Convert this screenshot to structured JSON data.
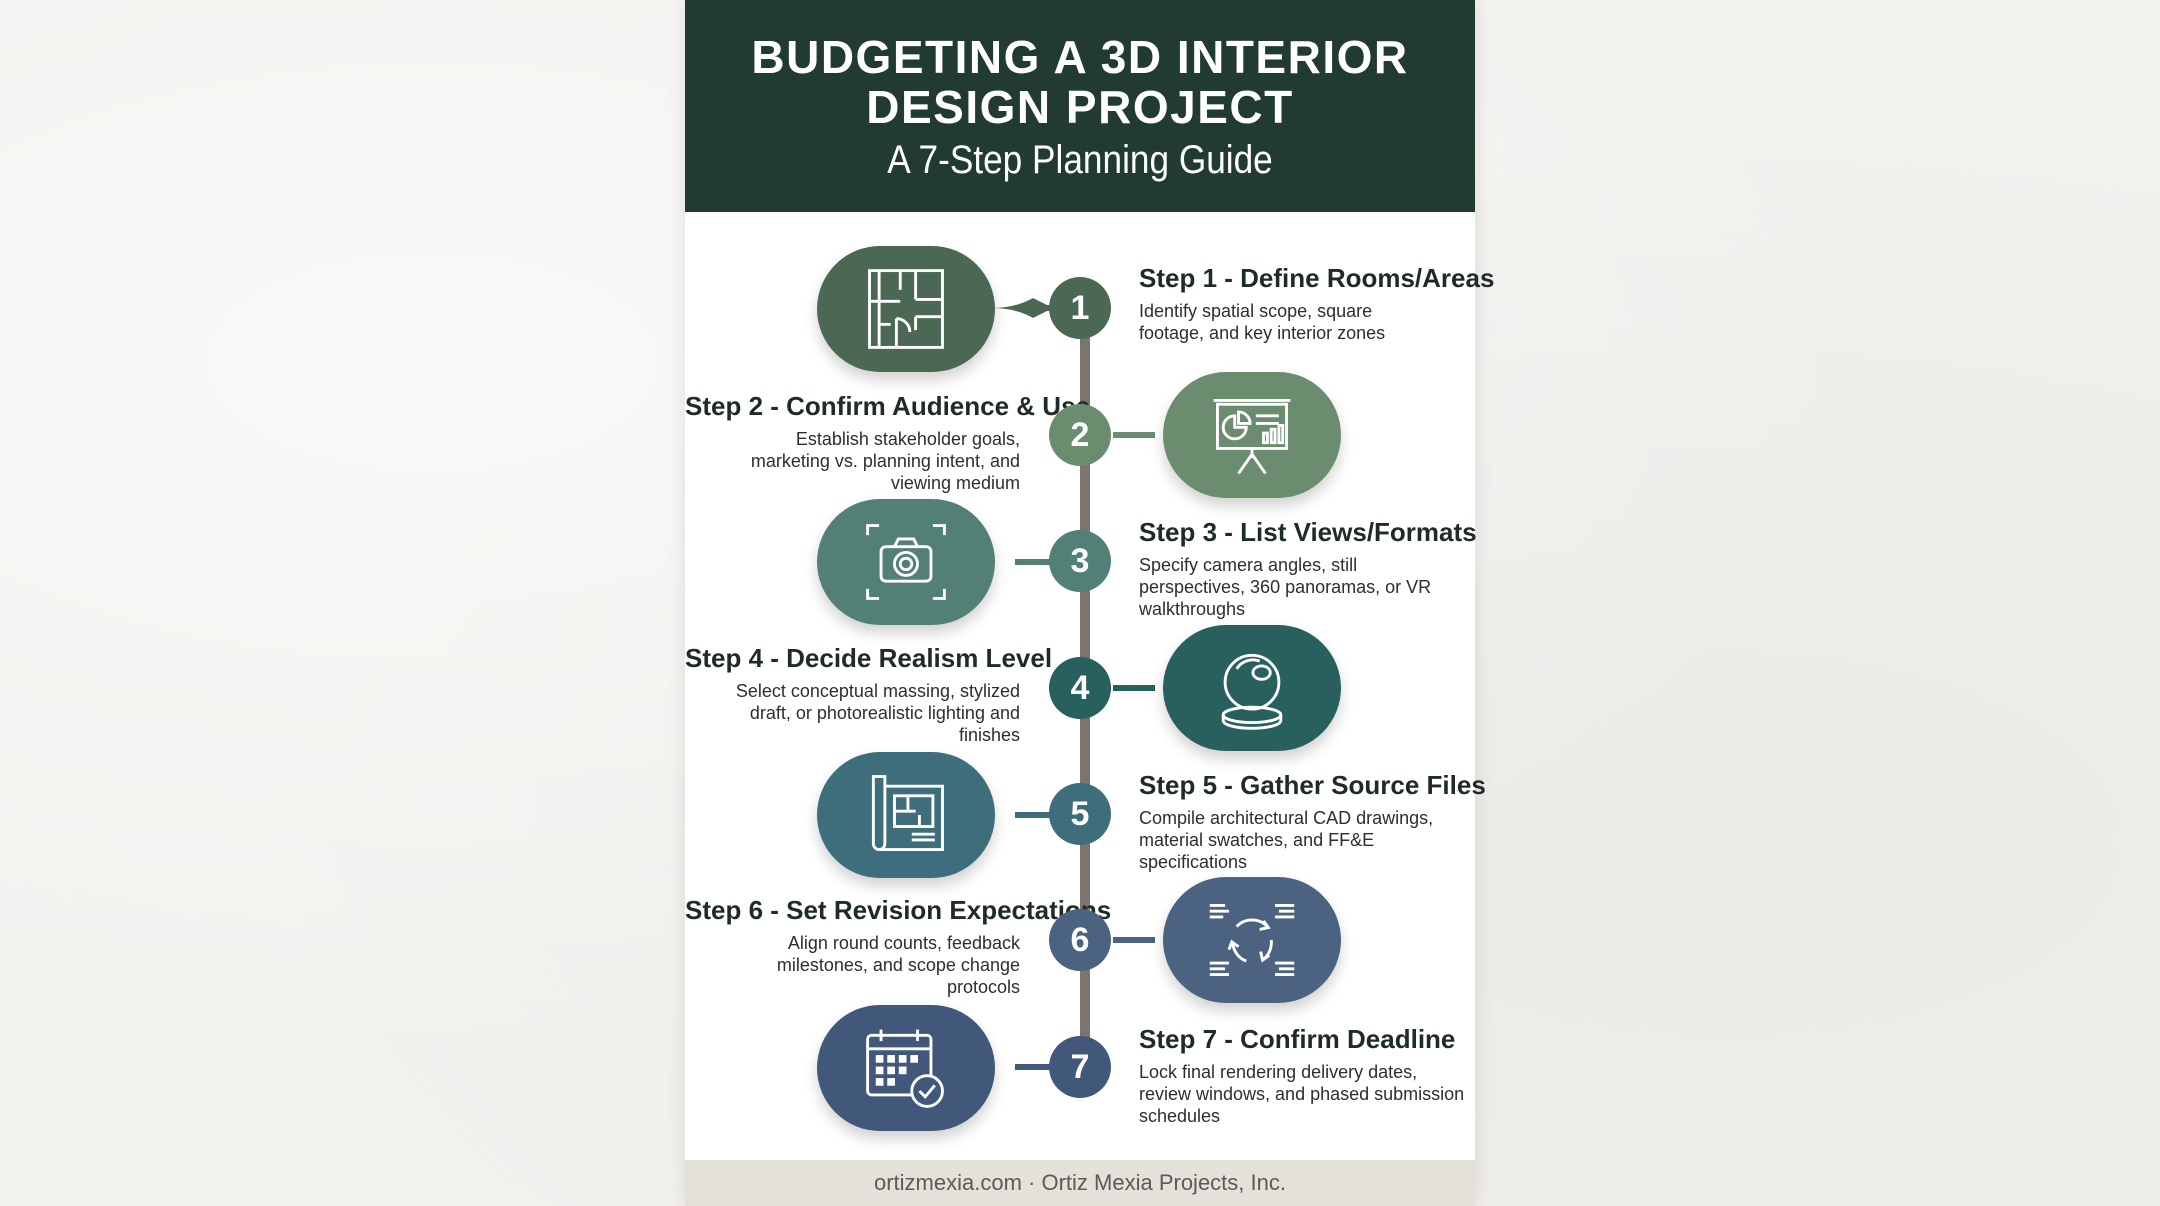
{
  "title": "BUDGETING A 3D INTERIOR DESIGN PROJECT",
  "subtitle": "A 7-Step Planning Guide",
  "footer": "ortizmexia.com · Ortiz Mexia Projects, Inc.",
  "colors": {
    "header_bg": "#213a33",
    "spine": "#7c746f",
    "step_1": "#4b6855",
    "step_2": "#6c8c70",
    "step_3": "#538076",
    "step_4": "#27605d",
    "step_5": "#3e6e7c",
    "step_6": "#4b6380",
    "step_7": "#41587a"
  },
  "steps": [
    {
      "number": "1",
      "title": "Step 1 - Define Rooms/Areas",
      "description": "Identify spatial scope, square footage, and key interior zones",
      "icon": "floor-plan-icon"
    },
    {
      "number": "2",
      "title": "Step 2 - Confirm Audience & Use",
      "description": "Establish stakeholder goals, marketing vs. planning intent, and viewing medium",
      "icon": "presentation-board-icon"
    },
    {
      "number": "3",
      "title": "Step 3 - List Views/Formats",
      "description": "Specify camera angles, still perspectives, 360 panoramas, or VR walkthroughs",
      "icon": "camera-icon"
    },
    {
      "number": "4",
      "title": "Step 4 - Decide Realism Level",
      "description": "Select conceptual massing, stylized draft, or photorealistic lighting and finishes",
      "icon": "sphere-render-icon"
    },
    {
      "number": "5",
      "title": "Step 5 - Gather Source Files",
      "description": "Compile architectural CAD drawings, material swatches, and FF&E specifications",
      "icon": "blueprint-icon"
    },
    {
      "number": "6",
      "title": "Step 6 - Set Revision Expectations",
      "description": "Align round counts, feedback milestones, and scope change protocols",
      "icon": "revision-cycle-icon"
    },
    {
      "number": "7",
      "title": "Step 7 - Confirm Deadline",
      "description": "Lock final rendering delivery dates, review windows, and phased submission schedules",
      "icon": "calendar-check-icon"
    }
  ]
}
